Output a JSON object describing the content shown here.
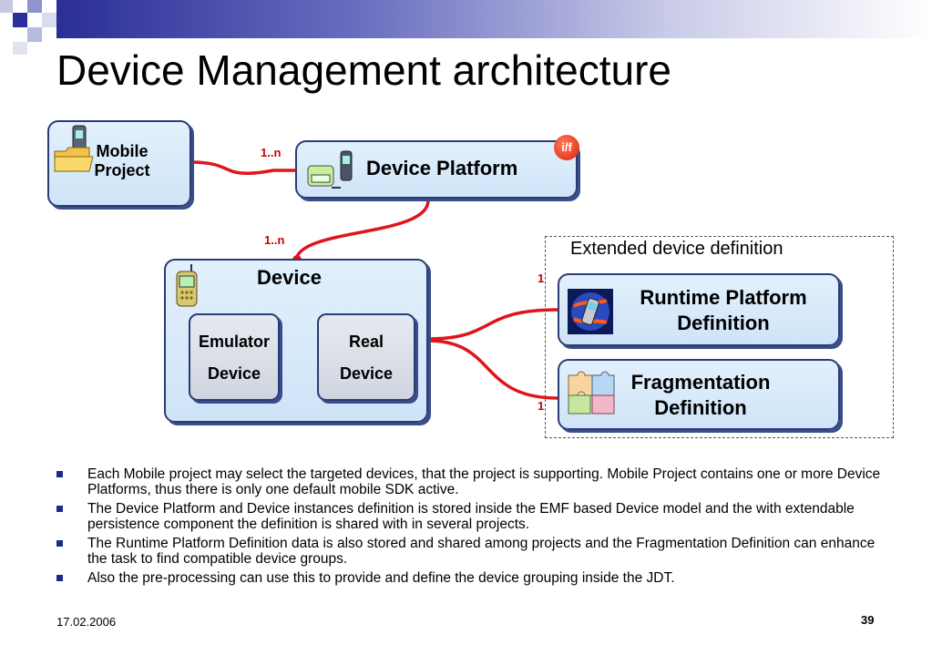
{
  "slide": {
    "title": "Device Management architecture",
    "date": "17.02.2006",
    "page_number": "39"
  },
  "diagram": {
    "mobile_project": {
      "label": "Mobile\nProject",
      "icon": "folder-phone-icon"
    },
    "device_platform": {
      "label": "Device Platform",
      "icon": "platform-phone-icon",
      "badge": "i/f"
    },
    "device": {
      "label": "Device",
      "icon": "cell-phone-icon"
    },
    "emulator_device": {
      "label": "Emulator\nDevice"
    },
    "real_device": {
      "label": "Real\nDevice"
    },
    "extended_region": {
      "label": "Extended device definition"
    },
    "runtime_platform": {
      "label": "Runtime Platform\nDefinition",
      "icon": "globe-phone-icon"
    },
    "fragmentation": {
      "label": "Fragmentation\nDefinition",
      "icon": "puzzle-icon"
    },
    "multiplicities": {
      "project_platform": "1..n",
      "platform_device": "1..n",
      "device_runtime": "1",
      "device_fragmentation": "1"
    },
    "colors": {
      "connector": "#e0141c",
      "box_border": "#2a3c74",
      "box_fill": "#d6e9fa"
    }
  },
  "bullets": [
    "Each Mobile project may select the targeted devices, that the project is supporting. Mobile Project contains one or more Device Platforms, thus there is only one default mobile SDK active.",
    "The Device Platform and Device instances definition is stored inside the EMF based Device model and the with extendable persistence component the definition is shared with in several projects.",
    "The Runtime Platform Definition data is also stored and shared among projects and the Fragmentation Definition can enhance the task to find compatible device groups.",
    "Also the pre-processing can use this to provide and define the device grouping inside the JDT."
  ]
}
